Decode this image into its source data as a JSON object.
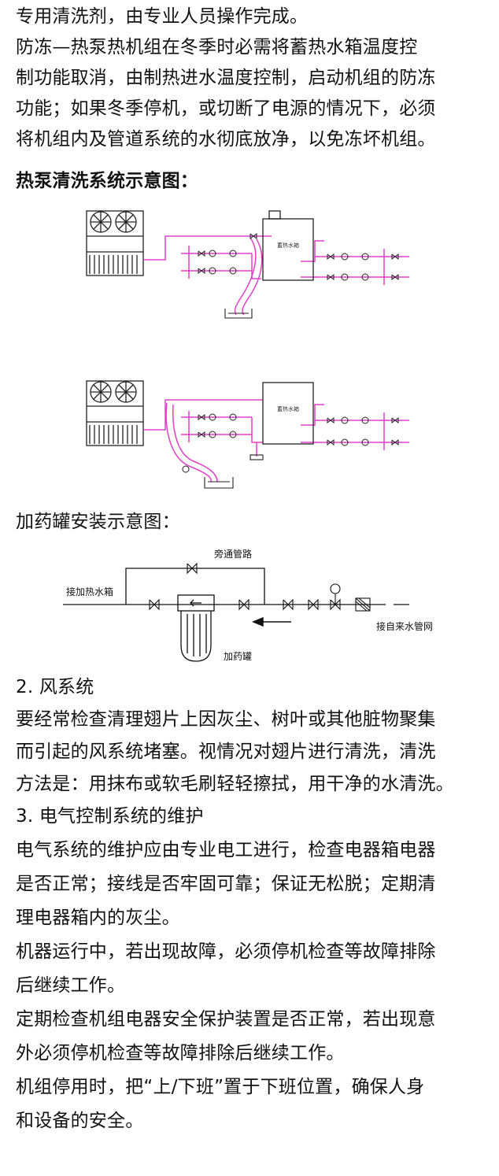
{
  "intro_lines": [
    "专用清洗剂，由专业人员操作完成。",
    "防冻—热泵热机组在冬季时必需将蓄热水箱温度控",
    "制功能取消，由制热进水温度控制，启动机组的防冻",
    "功能；如果冬季停机，或切断了电源的情况下，必须",
    "将机组内及管道系统的水彻底放净，以免冻坏机组。"
  ],
  "heat_pump_heading": "热泵清洗系统示意图：",
  "heat_pump_diagrams": {
    "tank_label_top": "蓄热水箱",
    "tank_label_bottom": "蓄热水箱"
  },
  "dosing_heading": "加药罐安装示意图：",
  "dosing_diagram": {
    "bypass_label": "旁通管路",
    "to_tank_label": "接加热水箱",
    "city_water_label": "接自来水管网",
    "tank_label": "加药罐"
  },
  "section2": {
    "title": "2. 风系统",
    "lines": [
      "要经常检查清理翅片上因灰尘、树叶或其他脏物聚集",
      "而引起的风系统堵塞。视情况对翅片进行清洗，清洗",
      "方法是：用抹布或软毛刷轻轻擦拭，用干净的水清洗。"
    ]
  },
  "section3": {
    "title": "3. 电气控制系统的维护",
    "lines": [
      "电气系统的维护应由专业电工进行，检查电器箱电器",
      "是否正常；接线是否牢固可靠；保证无松脱；定期清",
      "理电器箱内的灰尘。",
      "机器运行中，若出现故障，必须停机检查等故障排除",
      "后继续工作。",
      "定期检查机组电器安全保护装置是否正常，若出现意",
      "外必须停机检查等故障排除后继续工作。",
      "机组停用时，把“上/下班”置于下班位置，确保人身",
      "和设备的安全。"
    ]
  },
  "colors": {
    "pipe": "#e040c8",
    "line": "#111111"
  }
}
